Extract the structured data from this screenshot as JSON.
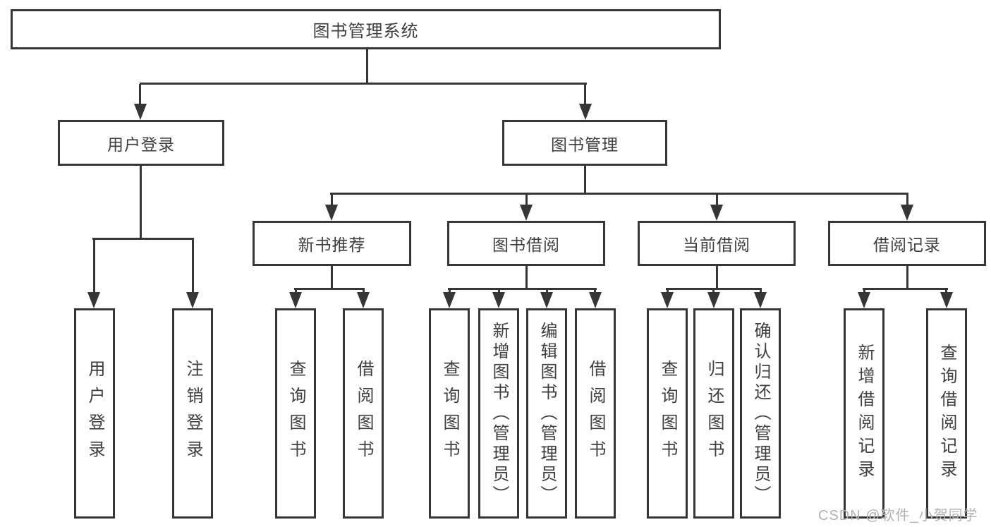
{
  "diagram_type": "hierarchy-tree",
  "tree": {
    "label": "图书管理系统",
    "children": [
      {
        "label": "用户登录",
        "children": [
          {
            "label": "用户登录"
          },
          {
            "label": "注销登录"
          }
        ]
      },
      {
        "label": "图书管理",
        "children": [
          {
            "label": "新书推荐",
            "children": [
              {
                "label": "查询图书"
              },
              {
                "label": "借阅图书"
              }
            ]
          },
          {
            "label": "图书借阅",
            "children": [
              {
                "label": "查询图书"
              },
              {
                "label": "新增图书（管理员）"
              },
              {
                "label": "编辑图书（管理员）"
              },
              {
                "label": "借阅图书"
              }
            ]
          },
          {
            "label": "当前借阅",
            "children": [
              {
                "label": "查询图书"
              },
              {
                "label": "归还图书"
              },
              {
                "label": "确认归还（管理员）"
              }
            ]
          },
          {
            "label": "借阅记录",
            "children": [
              {
                "label": "新增借阅记录"
              },
              {
                "label": "查询借阅记录"
              }
            ]
          }
        ]
      }
    ]
  },
  "watermark": {
    "text": "CSDN @软件_小贺同学",
    "color": "#b3b0b0"
  },
  "colors": {
    "line": "#363636",
    "text": "#3e3e3e",
    "background": "#ffffff"
  }
}
